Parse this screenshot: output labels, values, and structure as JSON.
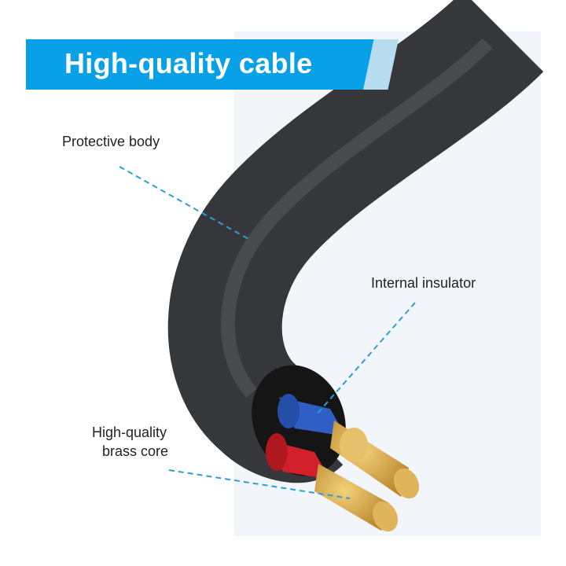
{
  "title": "High-quality cable",
  "labels": {
    "protective_body": "Protective body",
    "internal_insulator": "Internal insulator",
    "brass_core_line1": "High-quality",
    "brass_core_line2": "brass core"
  },
  "colors": {
    "accent": "#08a0e6",
    "leader": "#2a9fd6",
    "cable": "#3a3b3e",
    "insulator_blue": "#2f5fc4",
    "insulator_red": "#d21f2b",
    "brass": "#d9a84a"
  }
}
